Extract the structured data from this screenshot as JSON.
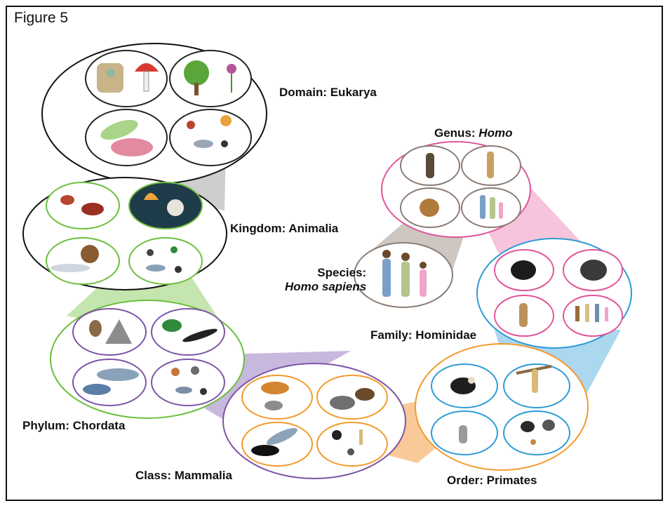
{
  "figure_title": "Figure 5",
  "colors": {
    "eukarya": "#111111",
    "animalia": "#6cbf3c",
    "chordata": "#6cbf3c",
    "mammalia": "#7d55a6",
    "primates": "#f39a2b",
    "hominidae": "#2e9bd6",
    "homo": "#e0559a",
    "sapiens": "#8a7c74"
  },
  "labels": {
    "domain": "Domain: Eukarya",
    "kingdom": "Kingdom: Animalia",
    "phylum": "Phylum: Chordata",
    "class": "Class: Mammalia",
    "order": "Order: Primates",
    "family": "Family: Hominidae",
    "genus_prefix": "Genus: ",
    "genus_name": "Homo",
    "species_prefix": "Species:",
    "species_name": "Homo sapiens"
  },
  "icons": {
    "eukarya": [
      "fungi-icon",
      "plants-icon",
      "protists-icon",
      "animals-icon"
    ],
    "animalia": [
      "crabs-icon",
      "jellyfish-icon",
      "snail-squid-icon",
      "chordates-icon"
    ],
    "chordata": [
      "birds-icon",
      "amphibians-icon",
      "fish-icon",
      "mammals-icon"
    ],
    "mammalia": [
      "tiger-wolf-icon",
      "rhino-moose-icon",
      "dolphin-orca-icon",
      "primates-icon"
    ],
    "primates": [
      "capuchin-icon",
      "gibbon-icon",
      "lemur-icon",
      "apes-icon"
    ],
    "hominidae": [
      "chimpanzee-icon",
      "gorilla-icon",
      "orangutan-icon",
      "hominins-icon"
    ],
    "homo": [
      "homo-erectus-icon",
      "homo-habilis-icon",
      "neanderthal-icon",
      "human-family-icon"
    ],
    "sapiens": [
      "human-family-icon"
    ]
  }
}
